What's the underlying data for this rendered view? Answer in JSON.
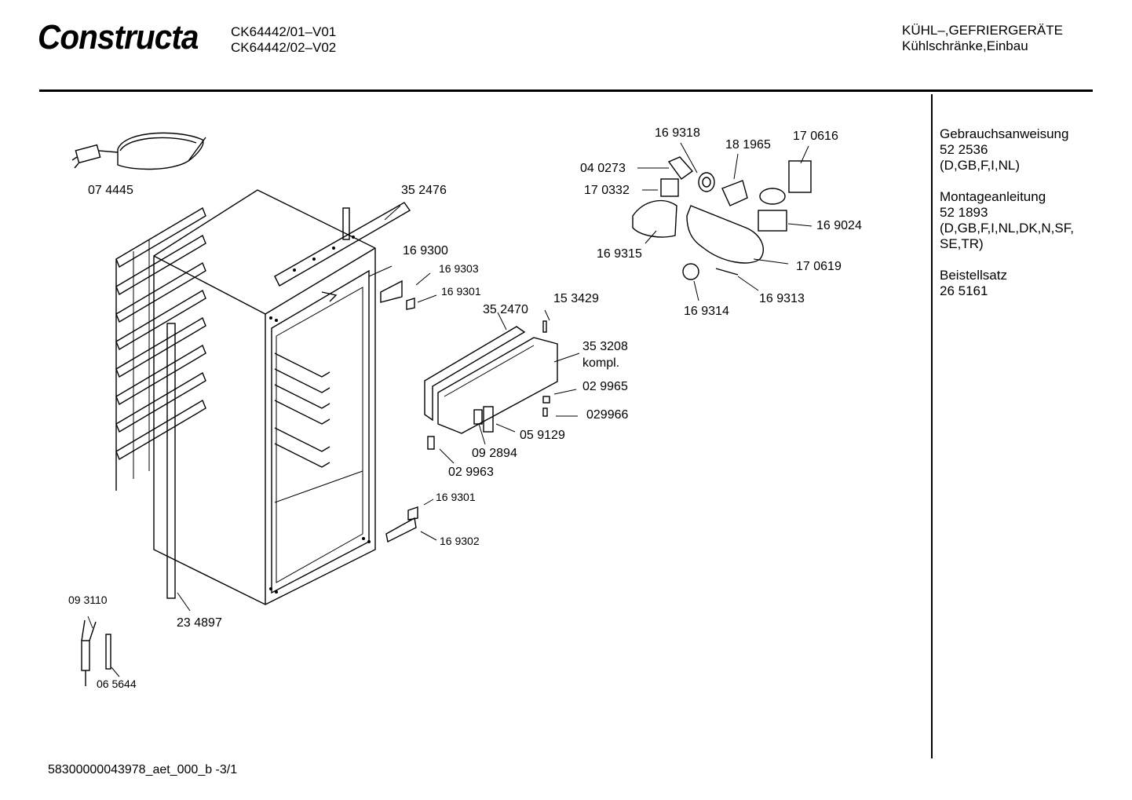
{
  "header": {
    "brand": "Constructa",
    "model_lines": [
      "CK64442/01–V01",
      "CK64442/02–V02"
    ],
    "category_lines": [
      "KÜHL–,GEFRIERGERÄTE",
      "Kühlschränke,Einbau"
    ]
  },
  "sidebar": {
    "docs": [
      {
        "title": "Gebrauchsanweisung",
        "number": "52 2536",
        "langs": [
          "(D,GB,F,I,NL)"
        ]
      },
      {
        "title": "Montageanleitung",
        "number": "52 1893",
        "langs": [
          "(D,GB,F,I,NL,DK,N,SF,",
          "SE,TR)"
        ]
      },
      {
        "title": "Beistellsatz",
        "number": "26 5161",
        "langs": []
      }
    ]
  },
  "parts": {
    "p074445": "07 4445",
    "p352476": "35 2476",
    "p169300": "16 9300",
    "p169303": "16 9303",
    "p169301a": "16 9301",
    "p153429": "15 3429",
    "p352470": "35 2470",
    "p353208": "35 3208",
    "p353208b": "kompl.",
    "p029965": "02 9965",
    "p029966": "029966",
    "p059129": "05 9129",
    "p092894": "09 2894",
    "p029963": "02 9963",
    "p169301b": "16 9301",
    "p169302": "16 9302",
    "p234897": "23 4897",
    "p093110": "09 3110",
    "p065644": "06 5644",
    "p169318": "16 9318",
    "p181965": "18 1965",
    "p170616": "17 0616",
    "p040273": "04 0273",
    "p170332": "17 0332",
    "p169024": "16 9024",
    "p169315": "16 9315",
    "p170619": "17 0619",
    "p169314": "16 9314",
    "p169313": "16 9313"
  },
  "footer": {
    "doc_id": "58300000043978_aet_000_b  -3/1"
  }
}
